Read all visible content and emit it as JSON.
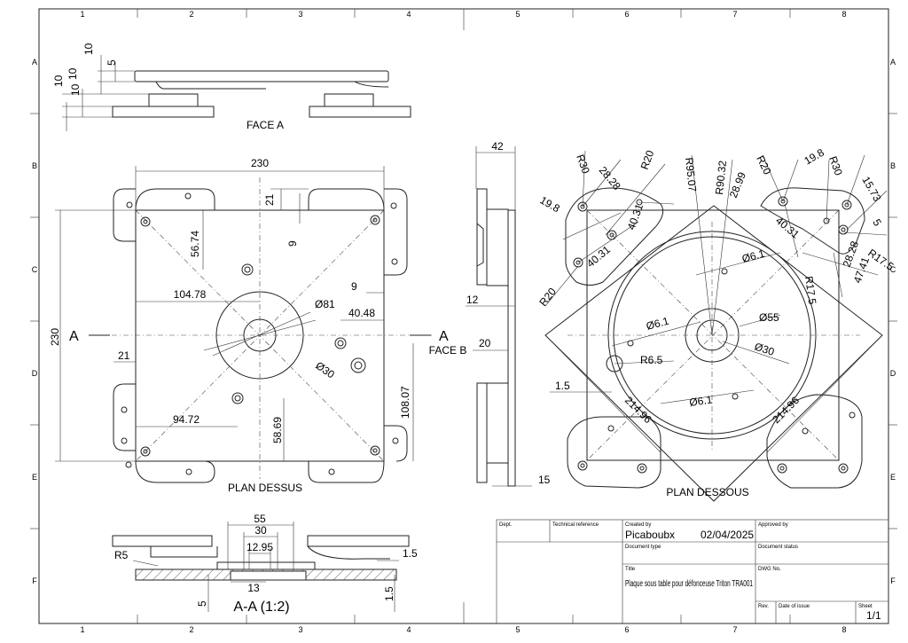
{
  "border": {
    "cols": [
      "1",
      "2",
      "3",
      "4",
      "5",
      "6",
      "7",
      "8"
    ],
    "rows": [
      "A",
      "B",
      "C",
      "D",
      "E",
      "F"
    ]
  },
  "views": {
    "face_a": "FACE A",
    "face_b": "FACE B",
    "plan_dessus": "PLAN DESSUS",
    "plan_dessous": "PLAN DESSOUS",
    "section": "A-A (1:2)",
    "section_mark": "A"
  },
  "dims": {
    "face_a": [
      "10",
      "10",
      "10",
      "10",
      "5"
    ],
    "plan_dessus": [
      "230",
      "21",
      "56.74",
      "9",
      "9",
      "104.78",
      "Ø81",
      "40.48",
      "230",
      "21",
      "Ø30",
      "108.07",
      "94.72",
      "58.69"
    ],
    "face_b": [
      "42",
      "12",
      "20",
      "15"
    ],
    "plan_dessous": [
      "R30",
      "28.28",
      "R20",
      "R95.07",
      "R90.32",
      "R20",
      "19.8",
      "R30",
      "15.73",
      "28.99",
      "19.8",
      "40.31",
      "40.31",
      "40.31",
      "5",
      "R17.5",
      "R20",
      "Ø6.1",
      "28.28",
      "47.41",
      "R17.5",
      "Ø6.1",
      "Ø55",
      "Ø30",
      "R6.5",
      "1.5",
      "Ø6.1",
      "214.96",
      "214.96"
    ],
    "section": [
      "55",
      "30",
      "12.95",
      "R5",
      "1.5",
      "13",
      "5",
      "1.5"
    ]
  },
  "title_block": {
    "dept_label": "Dept.",
    "tech_ref_label": "Technical reference",
    "created_by_label": "Created by",
    "created_by": "Picaboubx",
    "date": "02/04/2025",
    "approved_by_label": "Approved by",
    "doc_type_label": "Document type",
    "doc_status_label": "Document status",
    "title_label": "Title",
    "title": "Plaque sous table pour défonceuse Triton TRA001",
    "dwg_label": "DWG No.",
    "rev_label": "Rev.",
    "date_issue_label": "Date of issue",
    "sheet_label": "Sheet",
    "sheet": "1/1"
  }
}
